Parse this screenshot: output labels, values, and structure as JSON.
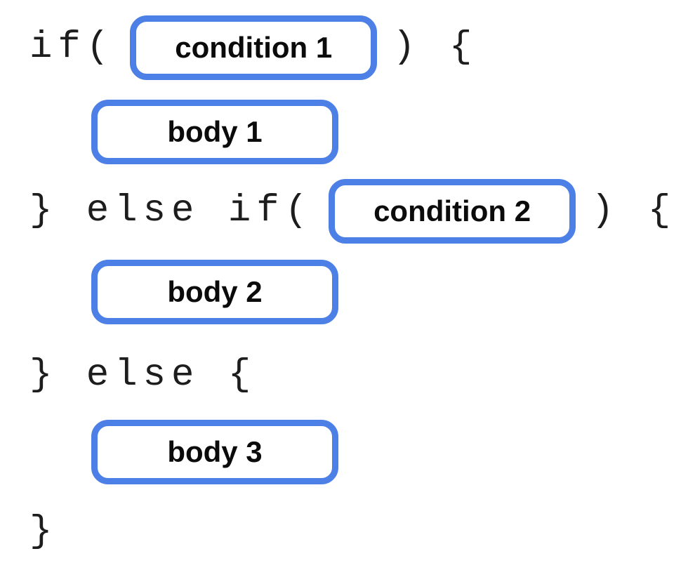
{
  "figure": {
    "title": "if / else-if / else statement structure diagram",
    "colors": {
      "slot_border": "#4d80e6",
      "code_text": "#1d1d1d",
      "label_text": "#0b0b0b",
      "background": "#ffffff"
    },
    "lines": [
      {
        "kind": "code-slot-code",
        "before": "if(",
        "slot": "condition 1",
        "after": ") {"
      },
      {
        "kind": "slot",
        "slot": "body 1"
      },
      {
        "kind": "code-slot-code",
        "before": "} else if(",
        "slot": "condition 2",
        "after": ") {"
      },
      {
        "kind": "slot",
        "slot": "body 2"
      },
      {
        "kind": "code",
        "code": "} else {"
      },
      {
        "kind": "slot",
        "slot": "body 3"
      },
      {
        "kind": "code",
        "code": "}"
      }
    ]
  }
}
